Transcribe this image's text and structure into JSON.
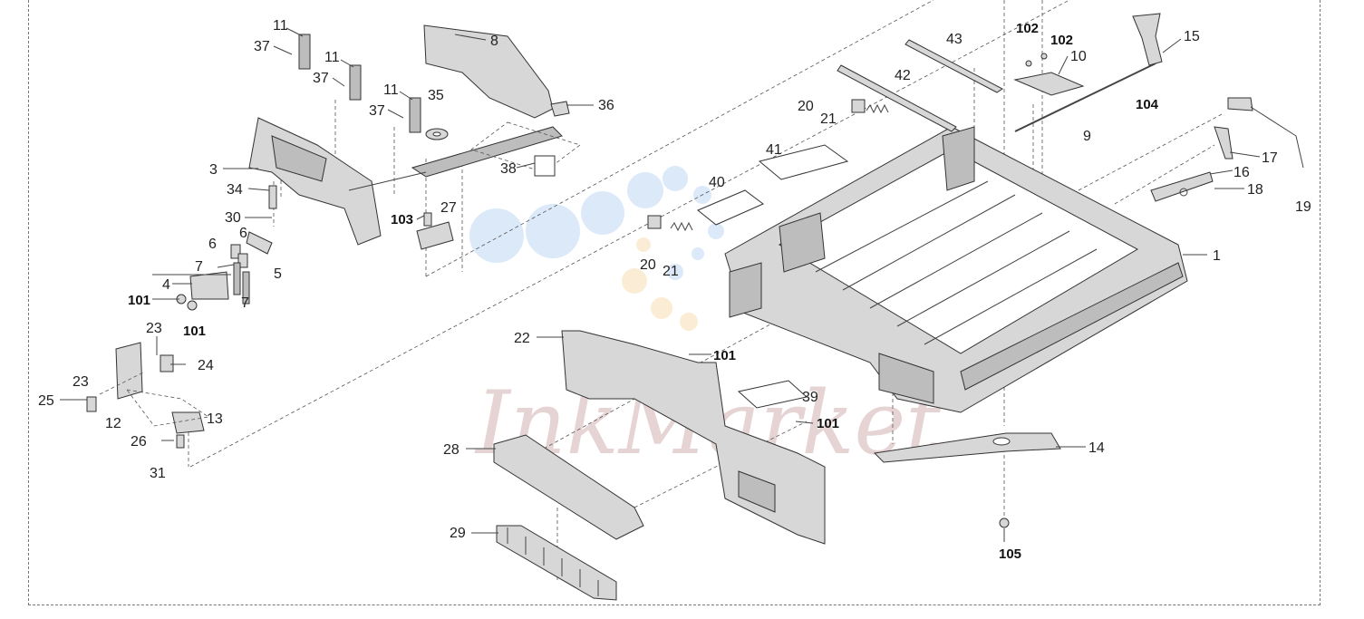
{
  "watermark": {
    "text": "InkMarket"
  },
  "callouts": [
    {
      "id": "c11a",
      "label": "11",
      "bold": false
    },
    {
      "id": "c37a",
      "label": "37",
      "bold": false
    },
    {
      "id": "c11b",
      "label": "11",
      "bold": false
    },
    {
      "id": "c37b",
      "label": "37",
      "bold": false
    },
    {
      "id": "c11c",
      "label": "11",
      "bold": false
    },
    {
      "id": "c37c",
      "label": "37",
      "bold": false
    },
    {
      "id": "c35",
      "label": "35",
      "bold": false
    },
    {
      "id": "c8",
      "label": "8",
      "bold": false
    },
    {
      "id": "c36",
      "label": "36",
      "bold": false
    },
    {
      "id": "c38",
      "label": "38",
      "bold": false
    },
    {
      "id": "c3",
      "label": "3",
      "bold": false
    },
    {
      "id": "c34",
      "label": "34",
      "bold": false
    },
    {
      "id": "c30",
      "label": "30",
      "bold": false
    },
    {
      "id": "c103",
      "label": "103",
      "bold": true
    },
    {
      "id": "c27",
      "label": "27",
      "bold": false
    },
    {
      "id": "c6a",
      "label": "6",
      "bold": false
    },
    {
      "id": "c6b",
      "label": "6",
      "bold": false
    },
    {
      "id": "c7a",
      "label": "7",
      "bold": false
    },
    {
      "id": "c4",
      "label": "4",
      "bold": false
    },
    {
      "id": "c5",
      "label": "5",
      "bold": false
    },
    {
      "id": "c7b",
      "label": "7",
      "bold": false
    },
    {
      "id": "c101a",
      "label": "101",
      "bold": true
    },
    {
      "id": "c101b",
      "label": "101",
      "bold": true
    },
    {
      "id": "c23a",
      "label": "23",
      "bold": false
    },
    {
      "id": "c24",
      "label": "24",
      "bold": false
    },
    {
      "id": "c23b",
      "label": "23",
      "bold": false
    },
    {
      "id": "c25",
      "label": "25",
      "bold": false
    },
    {
      "id": "c12",
      "label": "12",
      "bold": false
    },
    {
      "id": "c13",
      "label": "13",
      "bold": false
    },
    {
      "id": "c26",
      "label": "26",
      "bold": false
    },
    {
      "id": "c31",
      "label": "31",
      "bold": false
    },
    {
      "id": "c22",
      "label": "22",
      "bold": false
    },
    {
      "id": "c101c",
      "label": "101",
      "bold": true
    },
    {
      "id": "c39",
      "label": "39",
      "bold": false
    },
    {
      "id": "c101d",
      "label": "101",
      "bold": true
    },
    {
      "id": "c28",
      "label": "28",
      "bold": false
    },
    {
      "id": "c29",
      "label": "29",
      "bold": false
    },
    {
      "id": "c43",
      "label": "43",
      "bold": false
    },
    {
      "id": "c42",
      "label": "42",
      "bold": false
    },
    {
      "id": "c20a",
      "label": "20",
      "bold": false
    },
    {
      "id": "c21a",
      "label": "21",
      "bold": false
    },
    {
      "id": "c41",
      "label": "41",
      "bold": false
    },
    {
      "id": "c40",
      "label": "40",
      "bold": false
    },
    {
      "id": "c20b",
      "label": "20",
      "bold": false
    },
    {
      "id": "c21b",
      "label": "21",
      "bold": false
    },
    {
      "id": "c102a",
      "label": "102",
      "bold": true
    },
    {
      "id": "c102b",
      "label": "102",
      "bold": true
    },
    {
      "id": "c10",
      "label": "10",
      "bold": false
    },
    {
      "id": "c15",
      "label": "15",
      "bold": false
    },
    {
      "id": "c104",
      "label": "104",
      "bold": true
    },
    {
      "id": "c9",
      "label": "9",
      "bold": false
    },
    {
      "id": "c17",
      "label": "17",
      "bold": false
    },
    {
      "id": "c16",
      "label": "16",
      "bold": false
    },
    {
      "id": "c18",
      "label": "18",
      "bold": false
    },
    {
      "id": "c19",
      "label": "19",
      "bold": false
    },
    {
      "id": "c1",
      "label": "1",
      "bold": false
    },
    {
      "id": "c14",
      "label": "14",
      "bold": false
    },
    {
      "id": "c105",
      "label": "105",
      "bold": true
    }
  ]
}
